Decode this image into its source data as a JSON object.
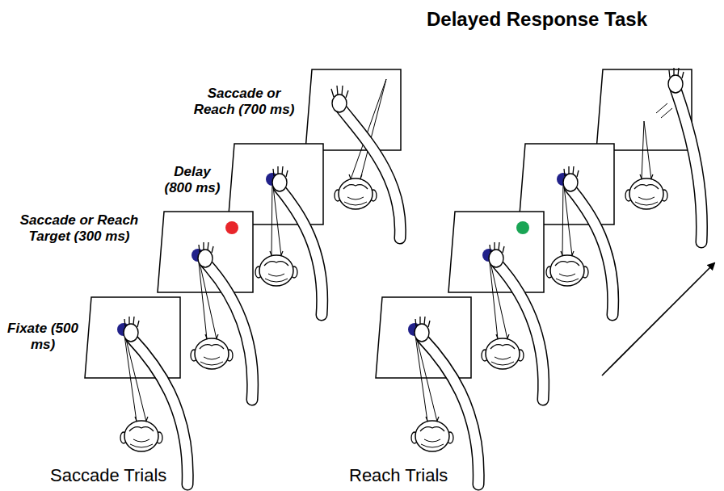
{
  "diagram": {
    "title": "Delayed Response Task",
    "labels": [
      "Saccade or Reach (700 ms)",
      "Delay (800 ms)",
      "Saccade or Reach Target (300 ms)",
      "Fixate (500 ms)",
      "Saccade Trials",
      "Reach Trials"
    ]
  }
}
